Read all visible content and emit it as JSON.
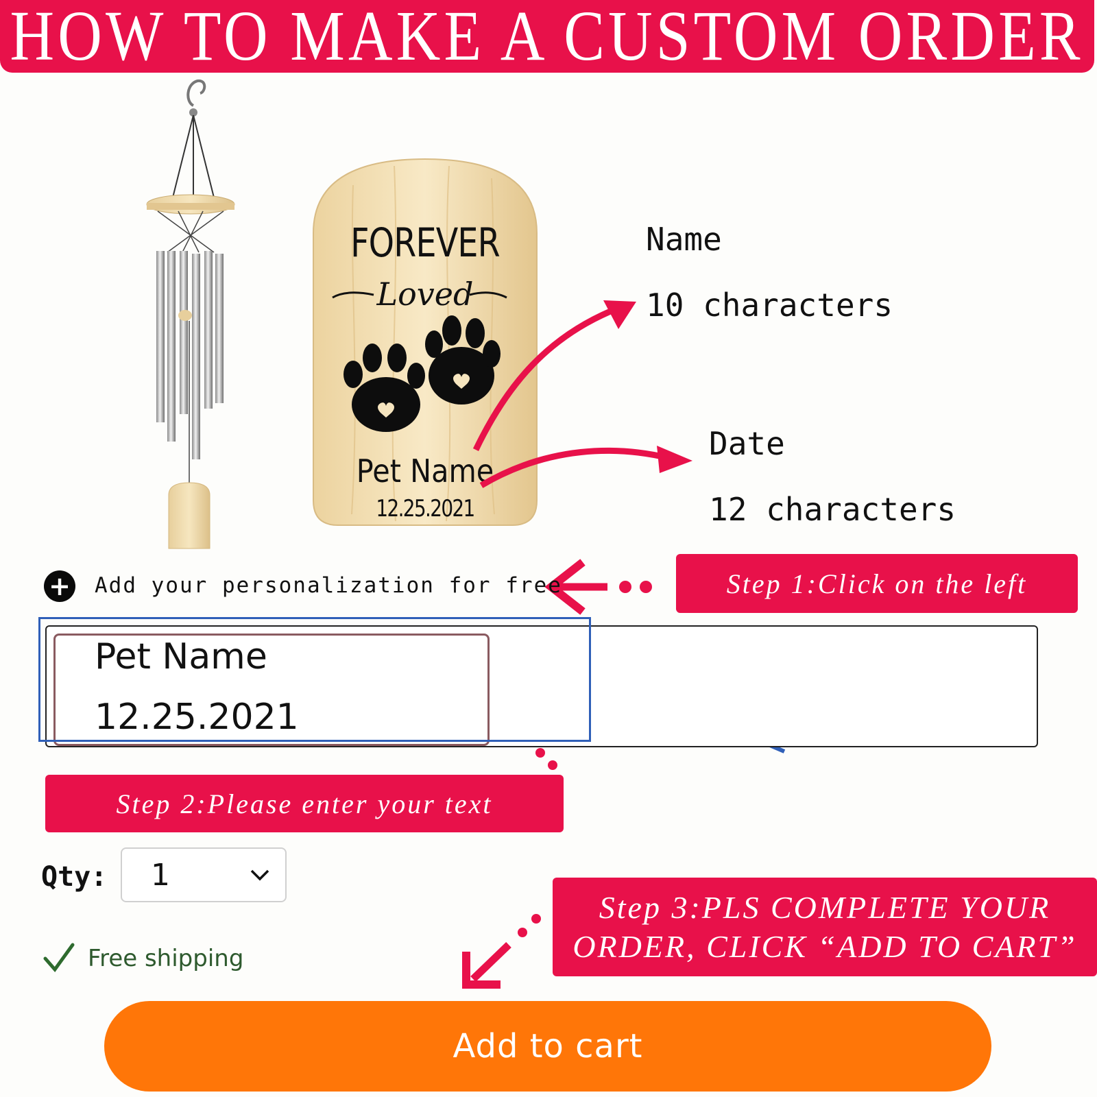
{
  "banner": {
    "title": "HOW TO MAKE A CUSTOM ORDER"
  },
  "product": {
    "plaque_line1": "FOREVER",
    "plaque_line2": "Loved",
    "plaque_name": "Pet Name",
    "plaque_date": "12.25.2021"
  },
  "annotations": {
    "name_label": "Name",
    "name_limit": "10 characters",
    "date_label": "Date",
    "date_limit": "12 characters"
  },
  "personalization": {
    "add_label": "Add your personalization for free",
    "entered_line1": "Pet Name",
    "entered_line2": "12.25.2021"
  },
  "steps": {
    "step1": "Step 1:Click on the left",
    "step2": "Step 2:Please enter your text",
    "step3_line1": "Step 3:PLS COMPLETE YOUR",
    "step3_line2": "ORDER, CLICK “ADD TO CART”"
  },
  "quantity": {
    "label": "Qty:",
    "value": "1"
  },
  "shipping": {
    "label": "Free shipping"
  },
  "cart": {
    "button_label": "Add to cart"
  },
  "colors": {
    "banner_red": "#e8114a",
    "arrow_red": "#e8114a",
    "focus_blue": "#2f5fb8",
    "cart_orange": "#ff7608",
    "check_green": "#2e6b2e"
  },
  "icons": {
    "plus": "plus-circle-icon",
    "chevron": "chevron-down-icon",
    "check": "check-icon"
  }
}
